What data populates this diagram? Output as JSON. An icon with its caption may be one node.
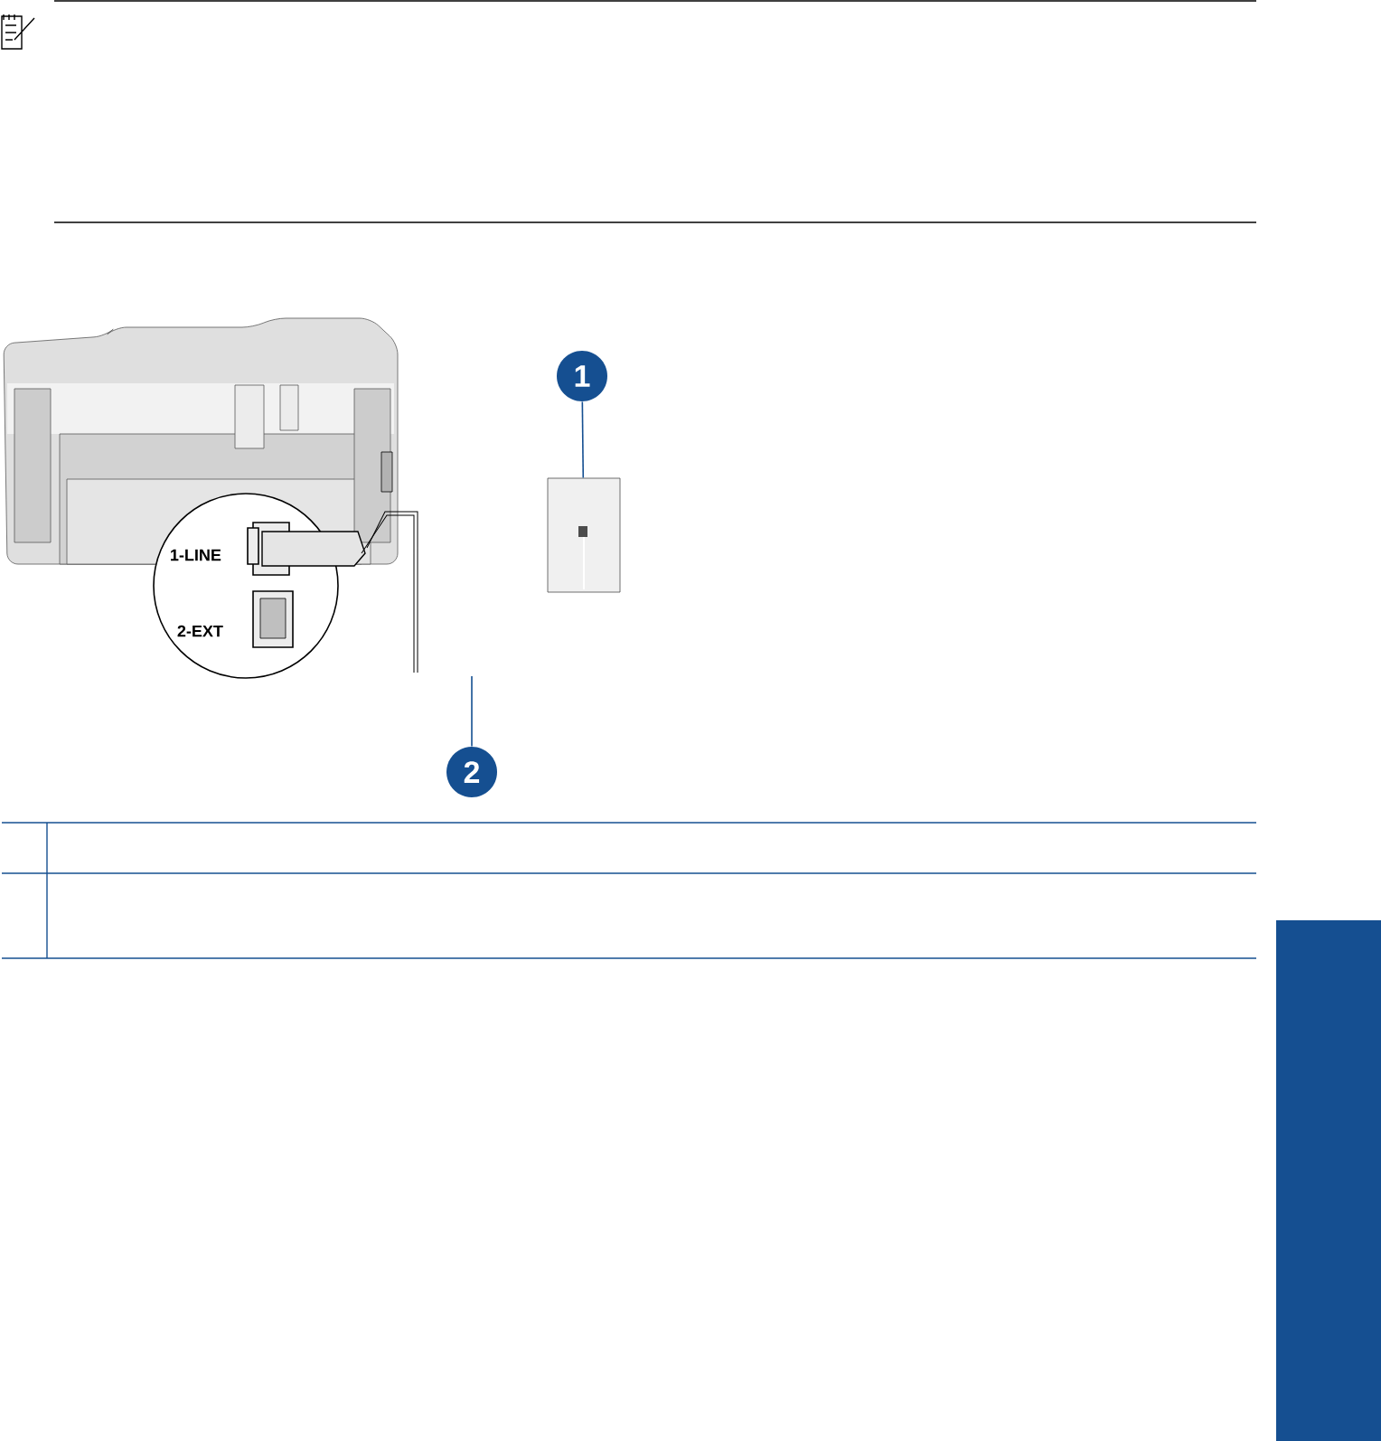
{
  "diagram": {
    "nodes": [
      {
        "text": [
          "1"
        ]
      },
      {
        "text": [],
        "shape": "box"
      },
      {
        "text": [
          "2"
        ]
      }
    ],
    "edges": [
      {
        "from": 0,
        "to": 1,
        "arrow": "none"
      },
      {
        "from": 2,
        "to": null,
        "arrow": "none"
      }
    ],
    "labels": [
      "1-LINE",
      "2-EXT"
    ]
  }
}
